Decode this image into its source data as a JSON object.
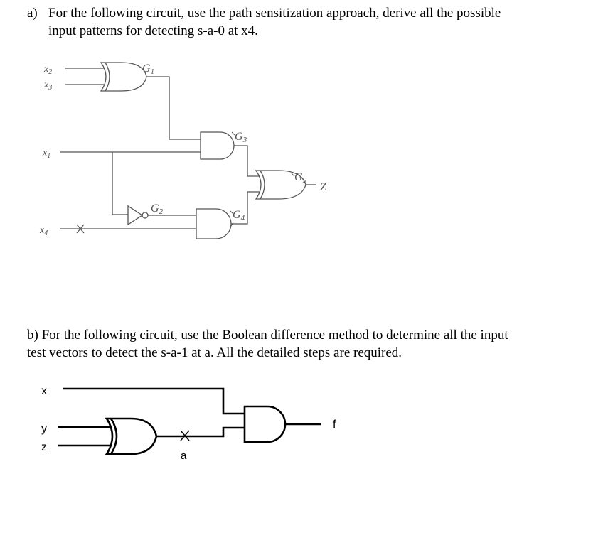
{
  "part_a": {
    "label": "a)",
    "line1": "For the following circuit, use the path sensitization approach, derive all the possible",
    "line2": "input patterns for detecting s-a-0 at x4."
  },
  "part_b": {
    "line1": "b) For the following circuit, use the Boolean difference method to determine all the input",
    "line2": "test vectors to detect the s-a-1 at a. All the detailed steps are required."
  },
  "circuit_a": {
    "inputs": {
      "x2": "x",
      "x2_sub": "2",
      "x3": "x",
      "x3_sub": "3",
      "x1": "x",
      "x1_sub": "1",
      "x4": "x",
      "x4_sub": "4"
    },
    "gates": {
      "g1": "G",
      "g1_sub": "1",
      "g2": "G",
      "g2_sub": "2",
      "g3": "G",
      "g3_sub": "3",
      "g4": "G",
      "g4_sub": "4",
      "g5": "G",
      "g5_sub": "5"
    },
    "output": "Z"
  },
  "circuit_b": {
    "inputs": {
      "x": "x",
      "y": "y",
      "z": "z"
    },
    "fault_node": "a",
    "output": "f"
  }
}
